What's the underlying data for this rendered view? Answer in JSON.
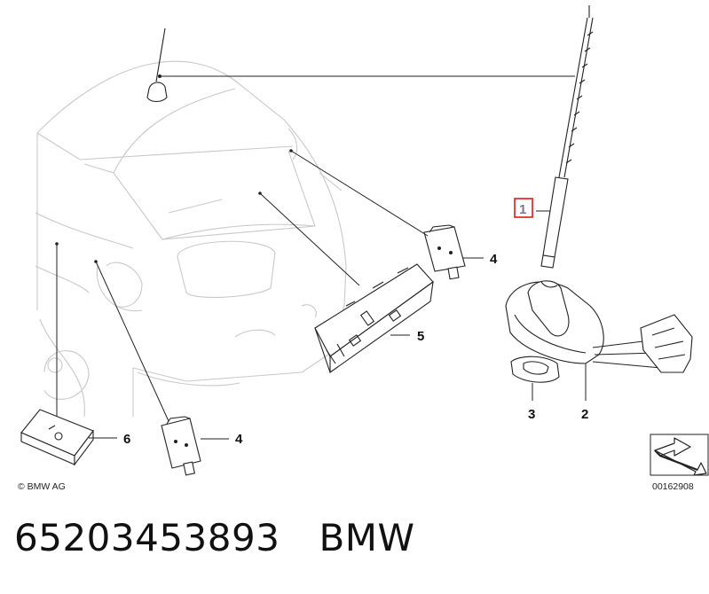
{
  "callouts": [
    {
      "id": "1",
      "label": "1",
      "highlighted": true
    },
    {
      "id": "2",
      "label": "2"
    },
    {
      "id": "3",
      "label": "3"
    },
    {
      "id": "4a",
      "label": "4"
    },
    {
      "id": "4b",
      "label": "4"
    },
    {
      "id": "5",
      "label": "5"
    },
    {
      "id": "6",
      "label": "6"
    }
  ],
  "copyright": "© BMW AG",
  "reference_code": "00162908",
  "part_number": "65203453893",
  "brand": "BMW",
  "colors": {
    "highlight_box": "#e01818",
    "line": "#222222",
    "car_outline": "#c9c9c9"
  },
  "icons": [
    "page-turn-arrow-icon"
  ]
}
